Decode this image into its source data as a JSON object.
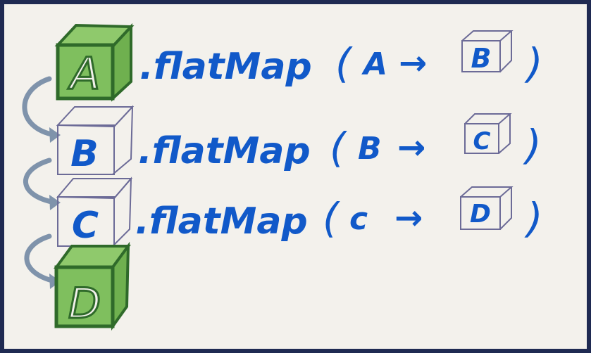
{
  "colors": {
    "frame": "#1f2a52",
    "paper": "#f3f1ec",
    "green_stroke": "#2f6a2a",
    "green_fill": "#7fbf5e",
    "blue_ink": "#1159c9",
    "purple_pen": "#6c6b97",
    "arrow_gray": "#7f93ab"
  },
  "boxes": [
    "A",
    "B",
    "C",
    "D"
  ],
  "lines": [
    {
      "method": ".flatMap",
      "open": "(",
      "from": "A",
      "arrow": "→",
      "to": "B",
      "close": ")"
    },
    {
      "method": ".flatMap",
      "open": "(",
      "from": "B",
      "arrow": "→",
      "to": "C",
      "close": ")"
    },
    {
      "method": ".flatMap",
      "open": "(",
      "from": "c",
      "arrow": "→",
      "to": "D",
      "close": ")"
    }
  ]
}
